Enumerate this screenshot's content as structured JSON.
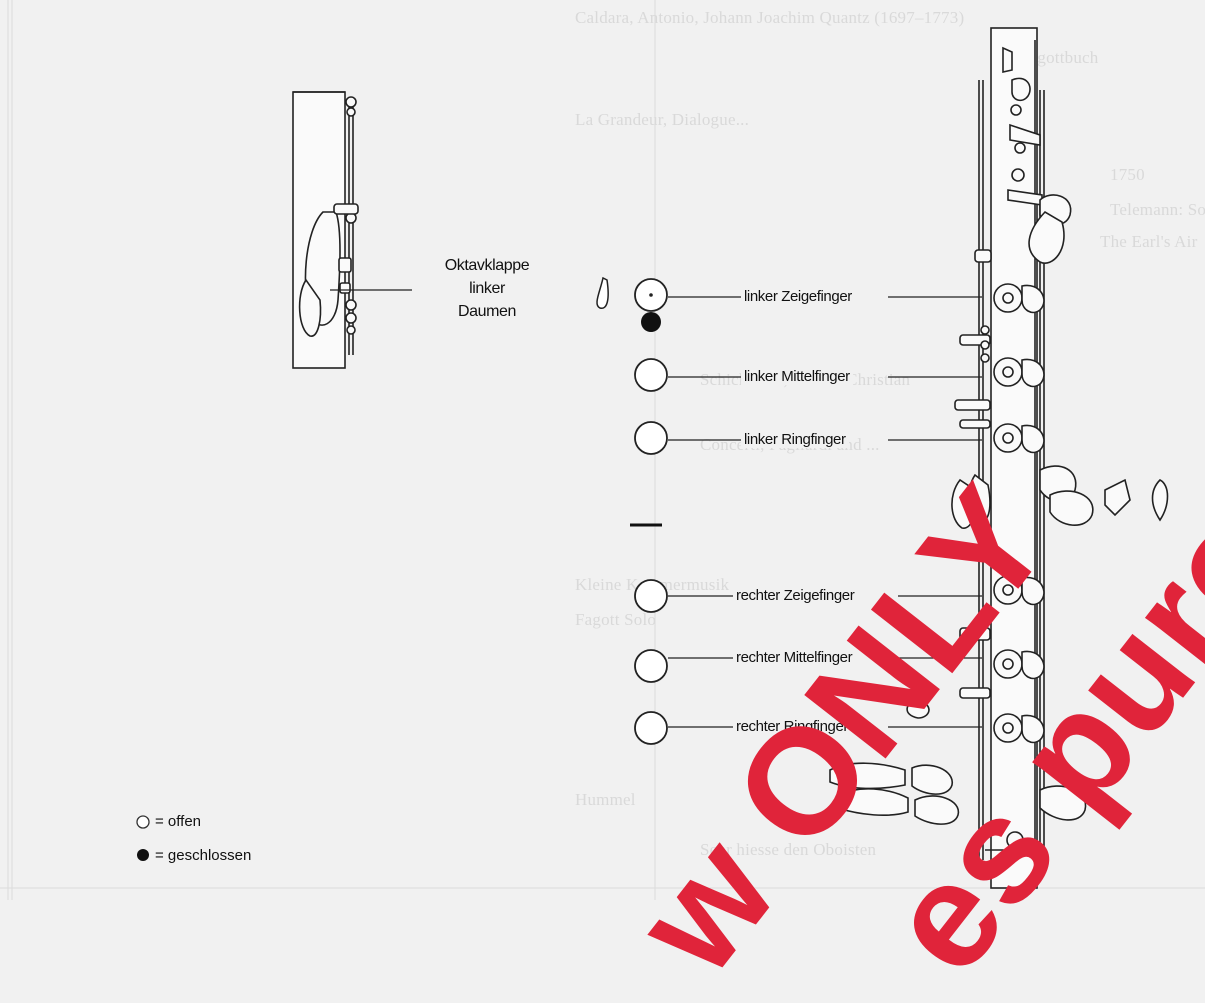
{
  "diagram": {
    "octave_key_label": [
      "Oktavklappe",
      "linker",
      "Daumen"
    ],
    "holes": [
      {
        "id": "lz",
        "label": "linker Zeigefinger",
        "state": "offen"
      },
      {
        "id": "lm",
        "label": "linker Mittelfinger",
        "state": "offen"
      },
      {
        "id": "lr",
        "label": "linker Ringfinger",
        "state": "offen"
      },
      {
        "id": "rz",
        "label": "rechter Zeigefinger",
        "state": "offen"
      },
      {
        "id": "rm",
        "label": "rechter Mittelfinger",
        "state": "offen"
      },
      {
        "id": "rr",
        "label": "rechter Ringfinger",
        "state": "offen"
      }
    ],
    "thumb_state": "geschlossen"
  },
  "legend": {
    "open_label": "= offen",
    "closed_label": "= geschlossen"
  },
  "watermark": {
    "line1": "w ONLY",
    "line2": "es purch",
    "color": "#e0243a"
  },
  "background_text": [
    "Caldara, Antonio, Johann Joachim Quantz (1697–1773)",
    "Fagottbuch",
    "La Grandeur, Dialogue...",
    "Schickhardt, Johann Christian",
    "Concerti, Pagliardi and ...",
    "1750",
    "Telemann: Sonate",
    "Kleine Kammermusik",
    "The Earl's Air",
    "Fagott Solo",
    "Hummel",
    "Sehr hiesse den Oboisten"
  ]
}
